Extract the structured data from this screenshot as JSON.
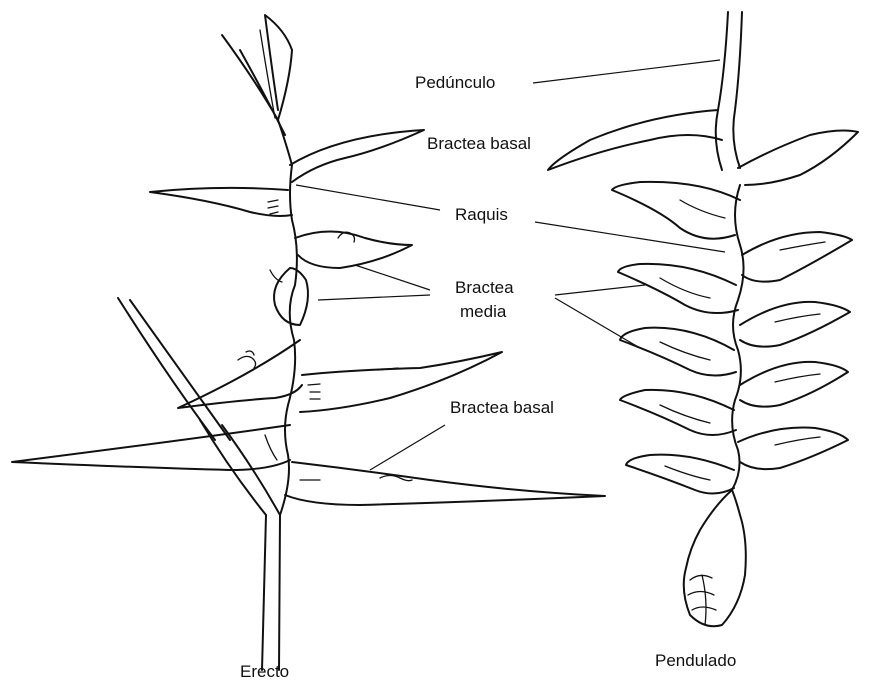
{
  "labels": {
    "peduncle": "Pedúnculo",
    "basal_bract_top": "Bractea basal",
    "rachis": "Raquis",
    "middle_bract_line1": "Bractea",
    "middle_bract_line2": "media",
    "basal_bract_bottom": "Bractea basal",
    "erect": "Erecto",
    "pendulous": "Pendulado"
  }
}
